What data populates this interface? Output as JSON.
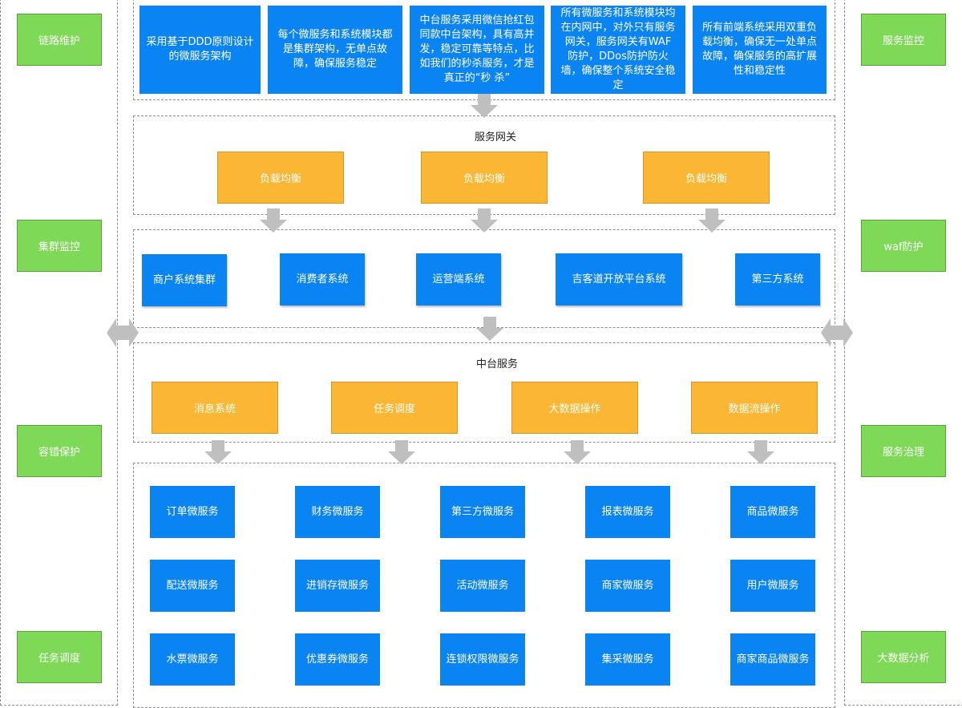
{
  "left_column": [
    "链路维护",
    "集群监控",
    "容错保护",
    "任务调度"
  ],
  "right_column": [
    "服务监控",
    "waf防护",
    "服务治理",
    "大数据分析"
  ],
  "principles": [
    "采用基于DDD原则设计的微服务架构",
    "每个微服务和系统模块都是集群架构，无单点故障，确保服务稳定",
    "中台服务采用微信抢红包同款中台架构，具有高并发，稳定可靠等特点，比如我们的秒杀服务，才是真正的“秒 杀”",
    "所有微服务和系统模块均在内网中，对外只有服务网关，服务网关有WAF防护，DDos防护防火墙，确保整个系统安全稳定",
    "所有前端系统采用双重负载均衡，确保无一处单点故障，确保服务的高扩展性和稳定性"
  ],
  "gateway": {
    "title": "服务网关",
    "items": [
      "负载均衡",
      "负载均衡",
      "负载均衡"
    ]
  },
  "systems": [
    "商户系统集群",
    "消费者系统",
    "运营端系统",
    "吉客道开放平台系统",
    "第三方系统"
  ],
  "middle": {
    "title": "中台服务",
    "items": [
      "消息系统",
      "任务调度",
      "大数据操作",
      "数据流操作"
    ]
  },
  "microservices": [
    [
      "订单微服务",
      "财务微服务",
      "第三方微服务",
      "报表微服务",
      "商品微服务"
    ],
    [
      "配送微服务",
      "进销存微服务",
      "活动微服务",
      "商家微服务",
      "用户微服务"
    ],
    [
      "水票微服务",
      "优惠券微服务",
      "连锁权限微服务",
      "集采微服务",
      "商家商品微服务"
    ]
  ],
  "colors": {
    "side": "#7ed957",
    "primary": "#0b84f3",
    "secondary": "#fbb734",
    "arrow": "#bfbfbf"
  }
}
